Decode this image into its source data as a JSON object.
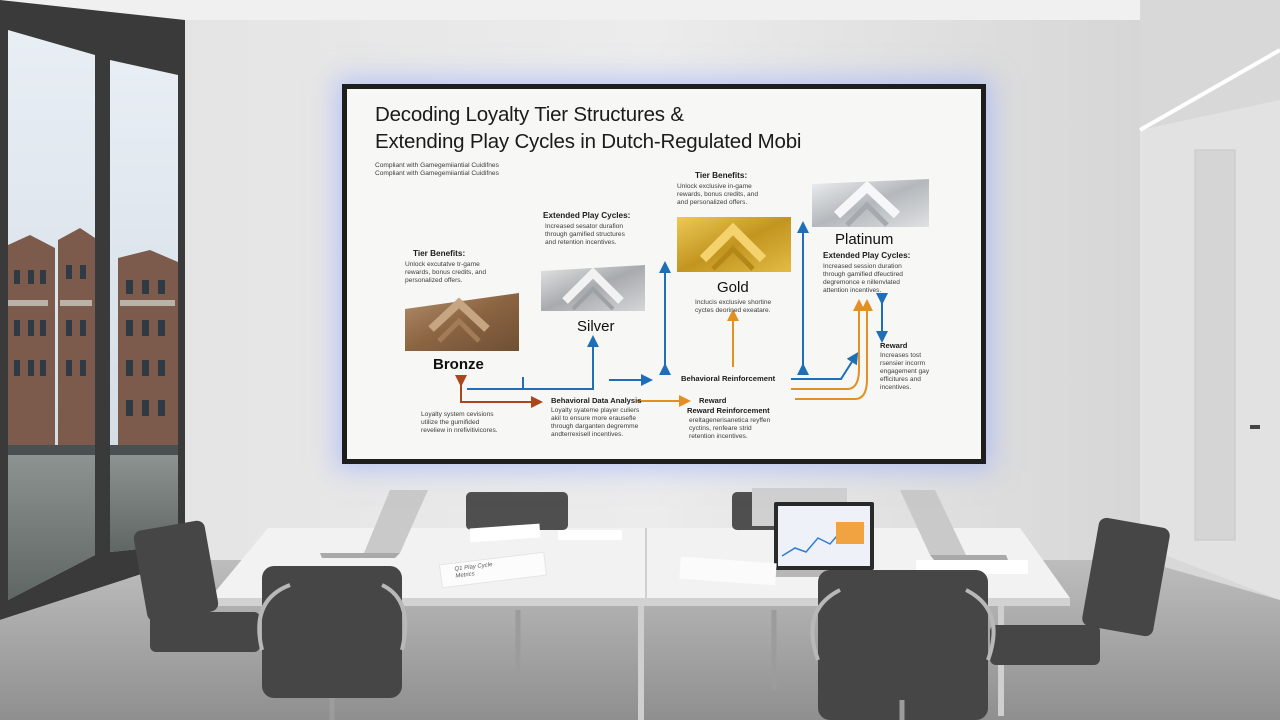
{
  "presentation": {
    "title_line1": "Decoding Loyalty Tier Structures &",
    "title_line2": "Extending Play Cycles in Dutch-Regulated Mobi",
    "compliance_lines": [
      "Compliant with Gamegemiiantial Cuidifnes",
      "Compliant with Gamegemiiantial Cuidifnes"
    ]
  },
  "tiers": {
    "bronze": {
      "name": "Bronze",
      "benefit_heading": "Tier Benefits:",
      "benefit_lines": [
        "Unlock excutatve tr-game",
        "rewards, bonus credits, and",
        "personalized offers."
      ],
      "footer_lines": [
        "Loyalty system cevisions",
        "utilize the gumifided",
        "reveliew in nrefivitivicores."
      ]
    },
    "silver": {
      "name": "Silver",
      "heading": "Extended Play Cycles:",
      "lines": [
        "Increased sesator durafion",
        "through gamified structures",
        "and retention incentives."
      ]
    },
    "gold": {
      "name": "Gold",
      "heading": "Tier Benefits:",
      "lines": [
        "Unlock exclusive in-game",
        "rewards, bonus credits, and",
        "and personalized offers."
      ],
      "under_lines": [
        "Inclucis exclusive shortine",
        "cyctes deorined exeatare."
      ]
    },
    "platinum": {
      "name": "Platinum",
      "heading": "Extended Play Cycles:",
      "lines": [
        "Increased session duration",
        "through gamified dfeuctired",
        "degremonce e nillenvlated",
        "attention incentives."
      ]
    }
  },
  "flow": {
    "behavioral_reinforcement": "Behavioral Reinforcement",
    "behavioral_data_heading": "Behavioral Data Analysis",
    "behavioral_data_lines": [
      "Loyalty syateme player culiers",
      "akil to ensure more erausefle",
      "through darganten degremme",
      "andterrexisell incentives."
    ],
    "reward_heading": "Reward",
    "reward_reinforcement_heading": "Reward Reinforcement",
    "reward_reinforcement_lines": [
      "ereltagenerisanetica reyffen",
      "cyctins, renfeare strid",
      "retention incentives."
    ],
    "right_reward_heading": "Reward",
    "right_reward_lines": [
      "Increases tost",
      "rsensier incorm",
      "engagement gay",
      "efficitures and",
      "incentives."
    ]
  },
  "colors": {
    "blue_flow": "#1f6fb8",
    "orange_flow": "#e39023",
    "bronze": "#9a7350",
    "silver": "#b9bcbf",
    "gold": "#d2a52a",
    "platinum": "#c2c6ca"
  },
  "notepad": {
    "lines": [
      "Q1 Play Cycle",
      "Metrics"
    ]
  }
}
